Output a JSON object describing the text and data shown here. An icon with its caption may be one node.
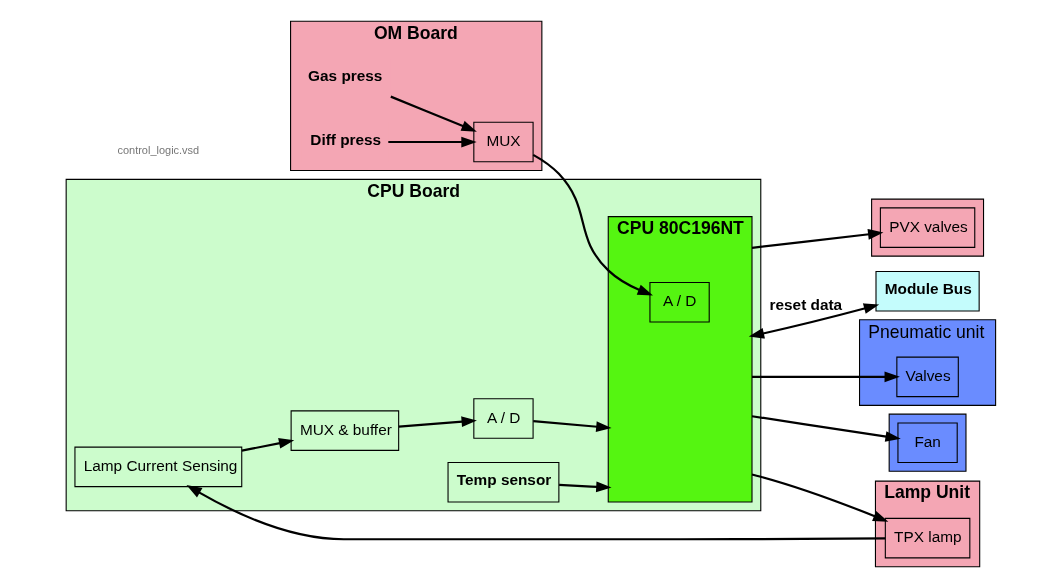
{
  "diagram": {
    "nodes": [
      {
        "text": [
          "Lamp Unit"
        ]
      },
      {
        "text": [
          "TPX lamp"
        ],
        "in": 0
      },
      {
        "text": [
          "CPU Board"
        ]
      },
      {
        "text": [
          "Lamp Current Sensing"
        ],
        "in": 2
      },
      {
        "text": [
          "MUX & buffer"
        ],
        "in": 2
      },
      {
        "text": [
          "A / D"
        ],
        "in": 2
      },
      {
        "text": [
          "CPU 80C196NT"
        ],
        "in": 2
      },
      {
        "text": [
          "A / D"
        ],
        "in": 6
      },
      {
        "text": [
          "Temp sensor"
        ],
        "in": 2
      },
      {
        "text": [
          "Pneumatic unit"
        ]
      },
      {
        "text": [
          "Valves"
        ],
        "in": 9
      },
      {
        "text": [],
        "shape": "box"
      },
      {
        "text": [
          "Fan"
        ],
        "in": 11
      },
      {
        "text": [
          "OM Board"
        ]
      },
      {
        "text": [
          "Gas press"
        ],
        "in": 13
      },
      {
        "text": [
          "Diff press"
        ],
        "in": 13
      },
      {
        "text": [
          "MUX"
        ],
        "in": 13
      },
      {
        "text": [],
        "shape": "box"
      },
      {
        "text": [
          "PVX valves"
        ],
        "in": 17
      },
      {
        "text": [
          "Module Bus"
        ]
      }
    ],
    "edges": [
      {
        "from": 6,
        "to": 1,
        "arrow": "to"
      },
      {
        "from": 1,
        "to": 3,
        "arrow": "to"
      },
      {
        "from": 3,
        "to": 4,
        "arrow": "to"
      },
      {
        "from": 4,
        "to": 5,
        "arrow": "to"
      },
      {
        "from": 5,
        "to": 6,
        "arrow": "to"
      },
      {
        "from": 6,
        "to": 10,
        "arrow": "to"
      },
      {
        "from": 6,
        "to": 12,
        "arrow": "to"
      },
      {
        "from": 14,
        "to": 16,
        "arrow": "to"
      },
      {
        "from": 15,
        "to": 16,
        "arrow": "to"
      },
      {
        "from": 16,
        "to": 7,
        "arrow": "to"
      },
      {
        "from": 6,
        "to": 18,
        "arrow": "to"
      },
      {
        "from": 8,
        "to": 6,
        "arrow": "to"
      },
      {
        "from": 6,
        "to": 19,
        "arrow": "both",
        "label": "reset data"
      }
    ],
    "labels": [
      "control_logic.vsd"
    ]
  }
}
